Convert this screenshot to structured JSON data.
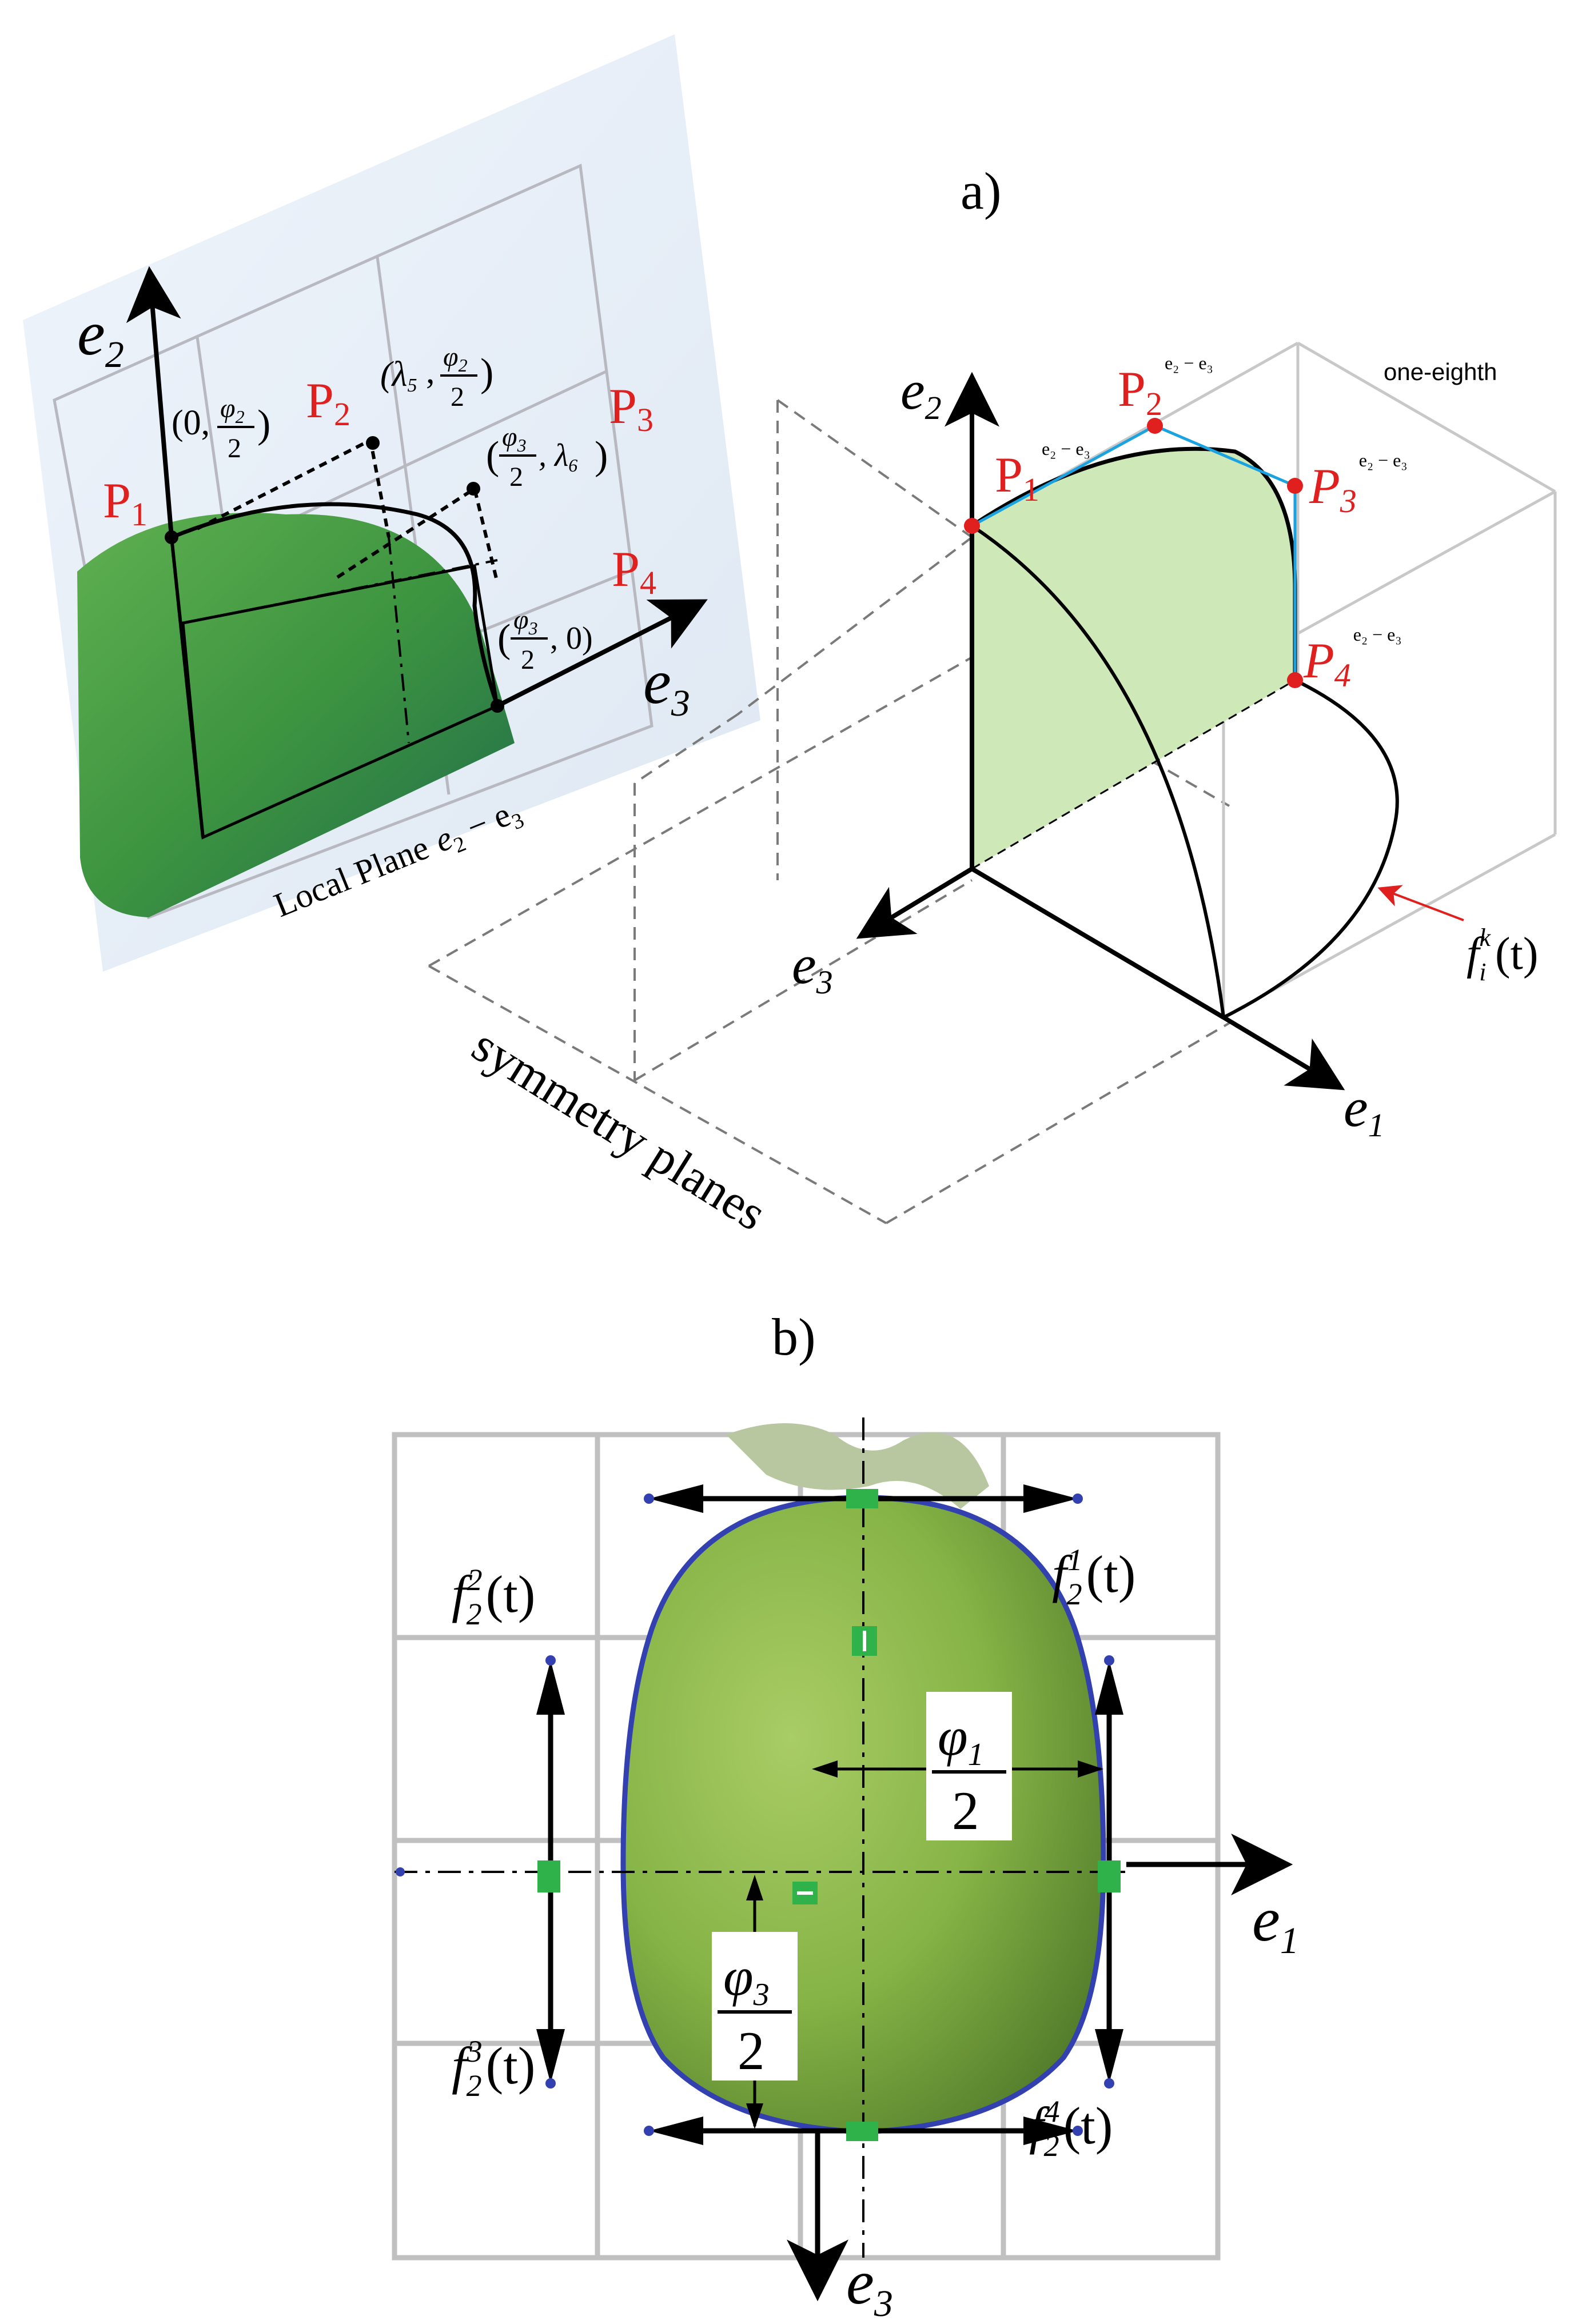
{
  "panel_a": {
    "caption": "a)",
    "left_inset": {
      "axis_e2": "e",
      "axis_e2_sub": "2",
      "axis_e3": "e",
      "axis_e3_sub": "3",
      "p1": "P",
      "p1_sub": "1",
      "p2": "P",
      "p2_sub": "2",
      "p3": "P",
      "p3_sub": "3",
      "p4": "P",
      "p4_sub": "4",
      "coord_p1_left": "(0,",
      "coord_p1_num": "φ",
      "coord_p1_num_sub": "2",
      "coord_p1_den": "2",
      "coord_p2_left": "(λ",
      "coord_p2_left_sub": "5",
      "coord_p2_num": "φ",
      "coord_p2_num_sub": "2",
      "coord_p2_den": "2",
      "coord_p3_num": "φ",
      "coord_p3_num_sub": "3",
      "coord_p3_den": "2",
      "coord_p3_right": ", λ",
      "coord_p3_right_sub": "6",
      "coord_p4_num": "φ",
      "coord_p4_num_sub": "3",
      "coord_p4_den": "2",
      "coord_p4_right": ", 0)",
      "plane_label": "Local Plane",
      "plane_label_math": "e",
      "plane_label_sub2": "2",
      "plane_label_minus": " − e",
      "plane_label_sub3": "3"
    },
    "symmetry_label": "symmetry planes",
    "one_eighth_label": "one-eighth",
    "axis_e1": "e",
    "axis_e1_sub": "1",
    "axis_e2": "e",
    "axis_e2_sub": "2",
    "axis_e3": "e",
    "axis_e3_sub": "3",
    "cp": {
      "p1": "P",
      "p1_sub": "1",
      "p2": "P",
      "p2_sub": "2",
      "p3": "P",
      "p3_sub": "3",
      "p4": "P",
      "p4_sub": "4",
      "sup": "e₂ − e₃"
    },
    "curve_label": "f",
    "curve_label_sub": "i",
    "curve_label_sup": "k",
    "curve_label_arg": "(t)"
  },
  "panel_b": {
    "caption": "b)",
    "axis_e1": "e",
    "axis_e1_sub": "1",
    "axis_e3": "e",
    "axis_e3_sub": "3",
    "f1": "f",
    "f1_sub": "2",
    "f1_sup": "1",
    "f1_arg": "(t)",
    "f2": "f",
    "f2_sub": "2",
    "f2_sup": "2",
    "f2_arg": "(t)",
    "f3": "f",
    "f3_sub": "2",
    "f3_sup": "3",
    "f3_arg": "(t)",
    "f4": "f",
    "f4_sub": "2",
    "f4_sup": "4",
    "f4_arg": "(t)",
    "phi1_num": "φ",
    "phi1_sub": "1",
    "phi1_den": "2",
    "phi3_num": "φ",
    "phi3_sub": "3",
    "phi3_den": "2"
  },
  "colors": {
    "red": "#e01f1f",
    "blue_polygon": "#1aa3e0",
    "green_fill": "#cfe8b8",
    "fruit_outline": "#3340b0",
    "grid_gray": "#c0c0c0",
    "black": "#000000"
  }
}
